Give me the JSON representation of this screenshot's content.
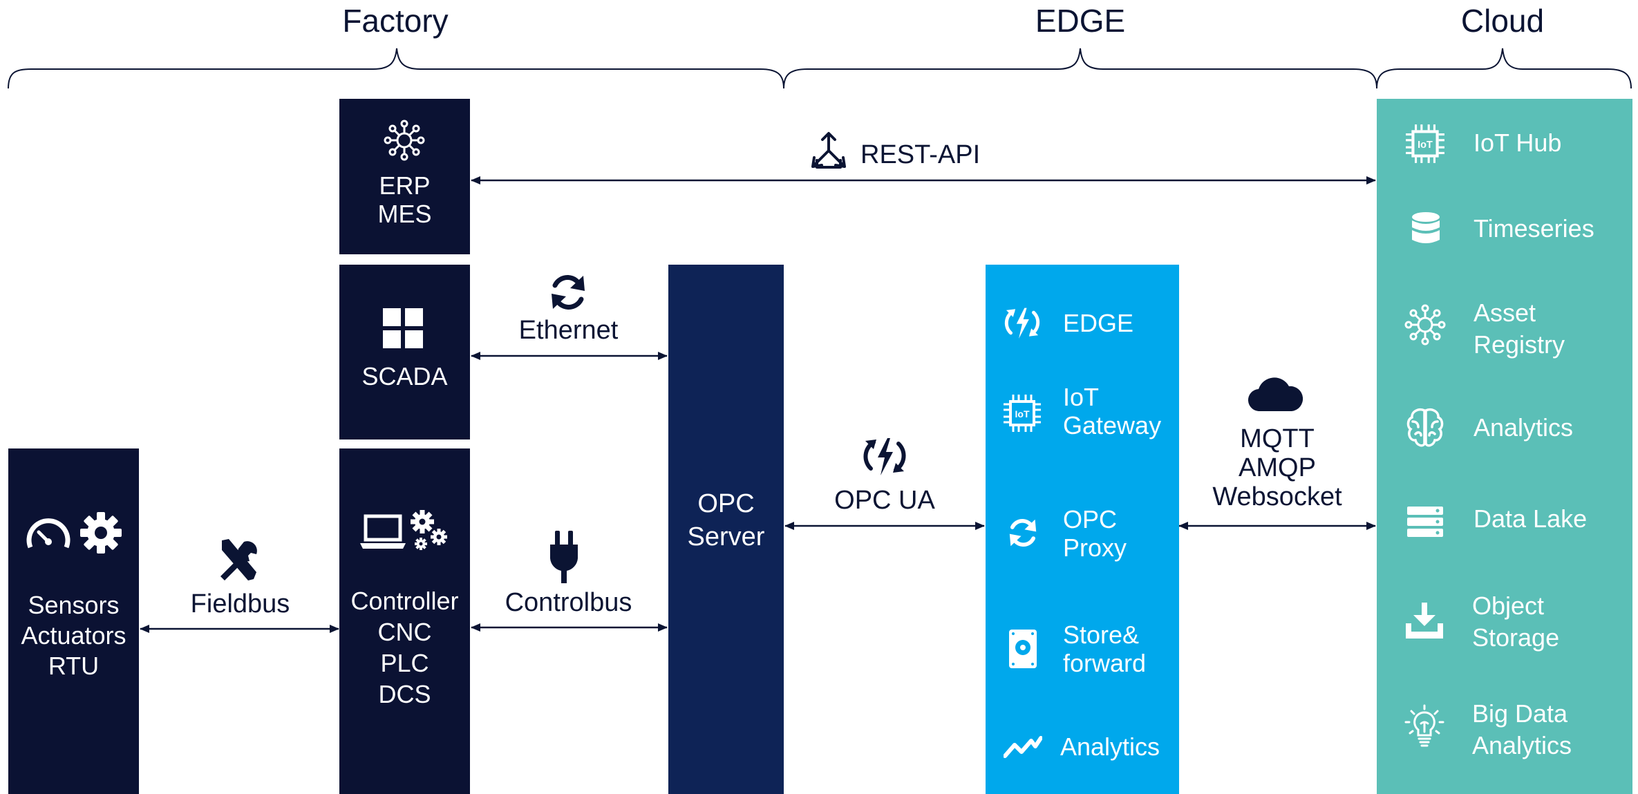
{
  "headers": {
    "factory": "Factory",
    "edge": "EDGE",
    "cloud": "Cloud"
  },
  "blocks": {
    "erp": [
      "ERP",
      "MES"
    ],
    "scada": [
      "SCADA"
    ],
    "sensors": [
      "Sensors",
      "Actuators",
      "RTU"
    ],
    "controller": [
      "Controller",
      "CNC",
      "PLC",
      "DCS"
    ],
    "opc_server": [
      "OPC",
      "Server"
    ]
  },
  "connections": {
    "rest_api": "REST-API",
    "ethernet": "Ethernet",
    "fieldbus": "Fieldbus",
    "controlbus": "Controlbus",
    "opc_ua": "OPC UA",
    "cloud_protocols": [
      "MQTT",
      "AMQP",
      "Websocket"
    ]
  },
  "edge_items": [
    {
      "icon": "lightning-sync-icon",
      "lines": [
        "EDGE"
      ]
    },
    {
      "icon": "iot-chip-icon",
      "lines": [
        "IoT",
        "Gateway"
      ]
    },
    {
      "icon": "sync-icon",
      "lines": [
        "OPC",
        "Proxy"
      ]
    },
    {
      "icon": "hard-drive-icon",
      "lines": [
        "Store&",
        "forward"
      ]
    },
    {
      "icon": "trend-line-icon",
      "lines": [
        "Analytics"
      ]
    }
  ],
  "cloud_items": [
    {
      "icon": "iot-chip-icon",
      "lines": [
        "IoT Hub"
      ]
    },
    {
      "icon": "database-icon",
      "lines": [
        "Timeseries"
      ]
    },
    {
      "icon": "network-hub-icon",
      "lines": [
        "Asset",
        "Registry"
      ]
    },
    {
      "icon": "brain-icon",
      "lines": [
        "Analytics"
      ]
    },
    {
      "icon": "server-stack-icon",
      "lines": [
        "Data Lake"
      ]
    },
    {
      "icon": "download-tray-icon",
      "lines": [
        "Object",
        "Storage"
      ]
    },
    {
      "icon": "lightbulb-icon",
      "lines": [
        "Big Data",
        "Analytics"
      ]
    }
  ],
  "colors": {
    "dark": "#0b1233",
    "navy": "#0e2356",
    "edge_blue": "#00a8ec",
    "cloud_teal": "#5bbfb7"
  }
}
